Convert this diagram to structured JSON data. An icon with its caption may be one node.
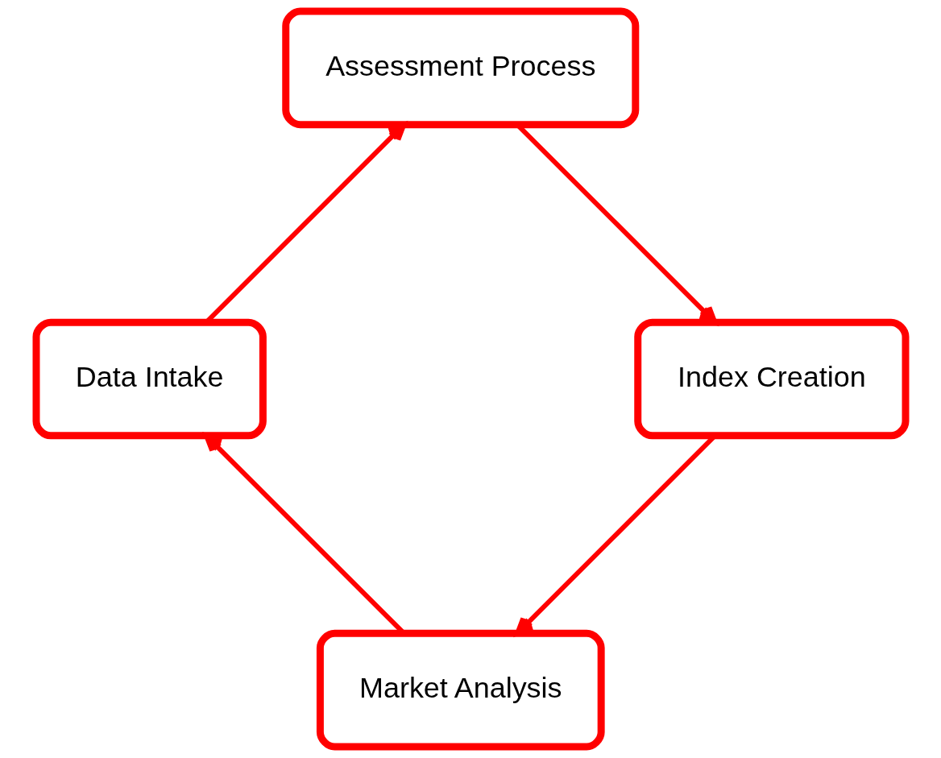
{
  "diagram": {
    "nodes": [
      {
        "text": [
          "Market Analysis"
        ]
      },
      {
        "text": [
          "Data Intake"
        ]
      },
      {
        "text": [
          "Assessment Process"
        ]
      },
      {
        "text": [
          "Index Creation"
        ]
      }
    ],
    "edges": [
      {
        "from": 0,
        "to": 1,
        "arrow": "to"
      },
      {
        "from": 1,
        "to": 2,
        "arrow": "to"
      },
      {
        "from": 2,
        "to": 3,
        "arrow": "to"
      },
      {
        "from": 3,
        "to": 0,
        "arrow": "to"
      }
    ]
  }
}
